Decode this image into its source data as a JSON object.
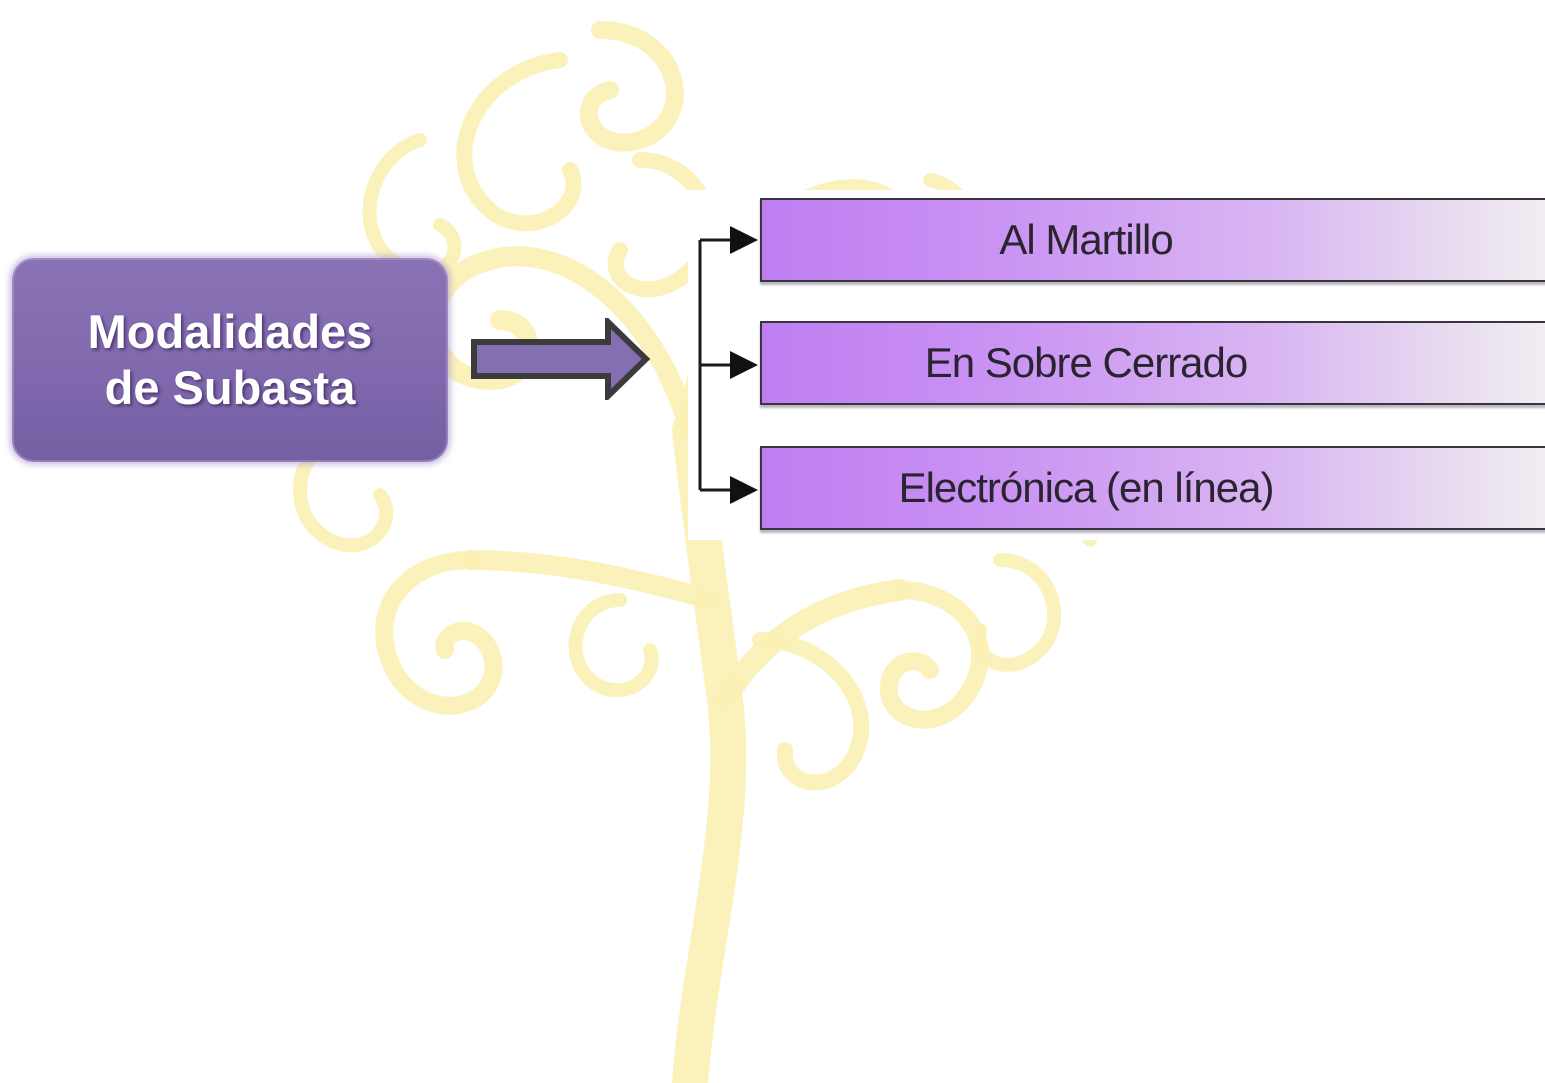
{
  "diagram": {
    "title": "Modalidades\nde Subasta",
    "options": [
      {
        "label": "Al Martillo"
      },
      {
        "label": "En Sobre Cerrado"
      },
      {
        "label": "Electrónica (en línea)"
      }
    ]
  },
  "colors": {
    "title_box": "#8470b0",
    "option_gradient_start": "#c07ef2",
    "option_gradient_end": "#f2eef2",
    "arrow_fill": "#8470b0",
    "arrow_stroke": "#3b3b3b",
    "tree_watermark": "#fbf1b4"
  },
  "icons": {
    "main_arrow": "right-arrow-icon",
    "connector_arrows": "arrowhead-icon",
    "background": "swirl-tree-watermark"
  }
}
